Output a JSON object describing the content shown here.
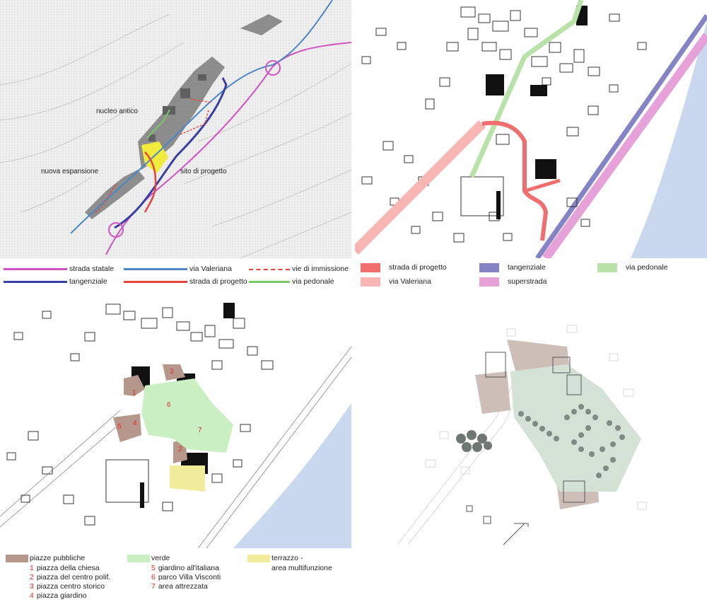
{
  "panel1": {
    "labels": {
      "nucleo": "nucleo antico",
      "espansione": "nuova espansione",
      "sito": "sito di progetto"
    },
    "legend": [
      {
        "label": "strada statale",
        "color": "#d152c2",
        "style": "line"
      },
      {
        "label": "tangenziale",
        "color": "#3a3fa8",
        "style": "line"
      },
      {
        "label": "via Valeriana",
        "color": "#4a86c8",
        "style": "line"
      },
      {
        "label": "strada di progetto",
        "color": "#e8433a",
        "style": "line"
      },
      {
        "label": "vie di immissione",
        "color": "#e8433a",
        "style": "dash"
      },
      {
        "label": "via pedonale",
        "color": "#7ac86a",
        "style": "line"
      }
    ]
  },
  "panel2": {
    "legend": [
      {
        "label": "strada di progetto",
        "color": "#f06e6e"
      },
      {
        "label": "via Valeriana",
        "color": "#f7b6b4"
      },
      {
        "label": "tangenziale",
        "color": "#8483c6"
      },
      {
        "label": "superstrada",
        "color": "#e6a2d8"
      },
      {
        "label": "via pedonale",
        "color": "#b8e2a8"
      }
    ]
  },
  "panel3": {
    "numbers": [
      "1",
      "2",
      "3",
      "4",
      "5",
      "6",
      "7"
    ],
    "legend": {
      "piazze": {
        "title": "piazze pubbliche",
        "color": "#b5978c",
        "items": [
          {
            "n": "1",
            "label": "piazza della chiesa"
          },
          {
            "n": "2",
            "label": "piazza del centro polif."
          },
          {
            "n": "3",
            "label": "piazza centro storico"
          },
          {
            "n": "4",
            "label": "piazza giardino"
          }
        ]
      },
      "verde": {
        "title": "verde",
        "color": "#c9efc2",
        "items": [
          {
            "n": "5",
            "label": "giardino all'italiana"
          },
          {
            "n": "6",
            "label": "parco Villa Visconti"
          },
          {
            "n": "7",
            "label": "area attrezzata"
          }
        ]
      },
      "terrazzo": {
        "title_line1": "terrazzo -",
        "title_line2": "area multifunzione",
        "color": "#f1ec9c"
      }
    }
  },
  "colors": {
    "strada_statale": "#d152c2",
    "tangenziale": "#3a3fa8",
    "via_valeriana": "#4a86c8",
    "progetto": "#e8433a",
    "pedonale": "#7ac86a",
    "water": "#c9d8ee",
    "plaza": "#b5978c",
    "green": "#c9efc2",
    "yellow": "#f1ec9c"
  }
}
